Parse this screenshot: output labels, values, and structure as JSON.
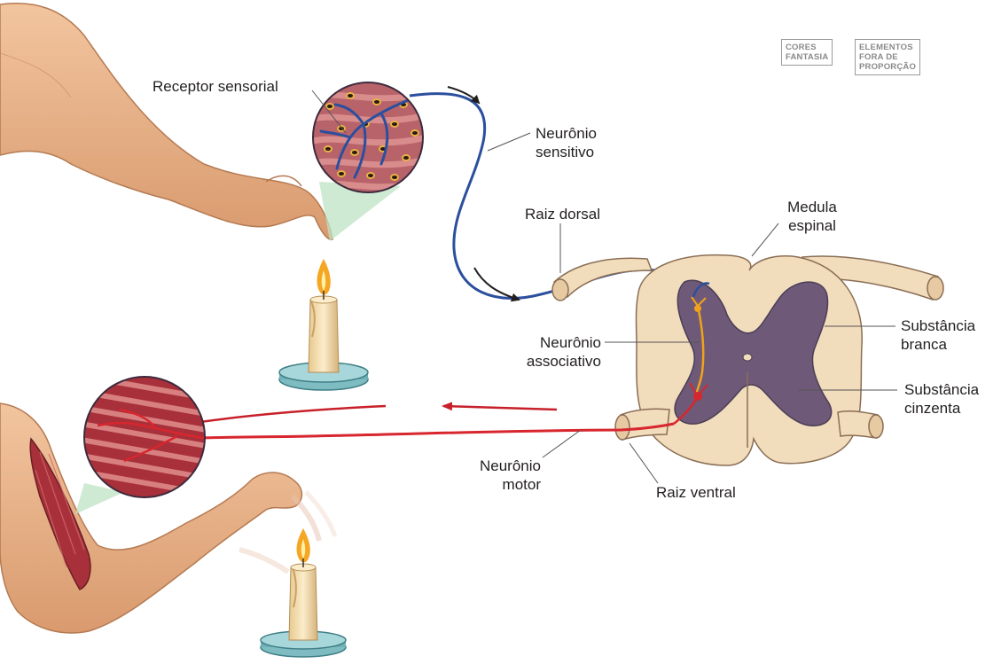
{
  "badges": {
    "colors": [
      "CORES",
      "FANTASIA"
    ],
    "scale": [
      "ELEMENTOS",
      "FORA DE",
      "PROPORÇÃO"
    ]
  },
  "labels": {
    "receptor": "Receptor sensorial",
    "neuronio_sensitivo": [
      "Neurônio",
      "sensitivo"
    ],
    "raiz_dorsal": "Raiz dorsal",
    "medula_espinal": [
      "Medula",
      "espinal"
    ],
    "substancia_branca": [
      "Substância",
      "branca"
    ],
    "neuronio_associativo": [
      "Neurônio",
      "associativo"
    ],
    "substancia_cinzenta": [
      "Substância",
      "cinzenta"
    ],
    "neuronio_motor": [
      "Neurônio",
      "motor"
    ],
    "raiz_ventral": "Raiz ventral"
  },
  "colors": {
    "sensory_neuron": "#2b4f9e",
    "motor_neuron": "#d8262e",
    "interneuron": "#f0a21b",
    "white_matter": "#f1dcbc",
    "gray_matter": "#6e5a78",
    "skin": "#e9b48a",
    "leader_line": "#555555"
  }
}
